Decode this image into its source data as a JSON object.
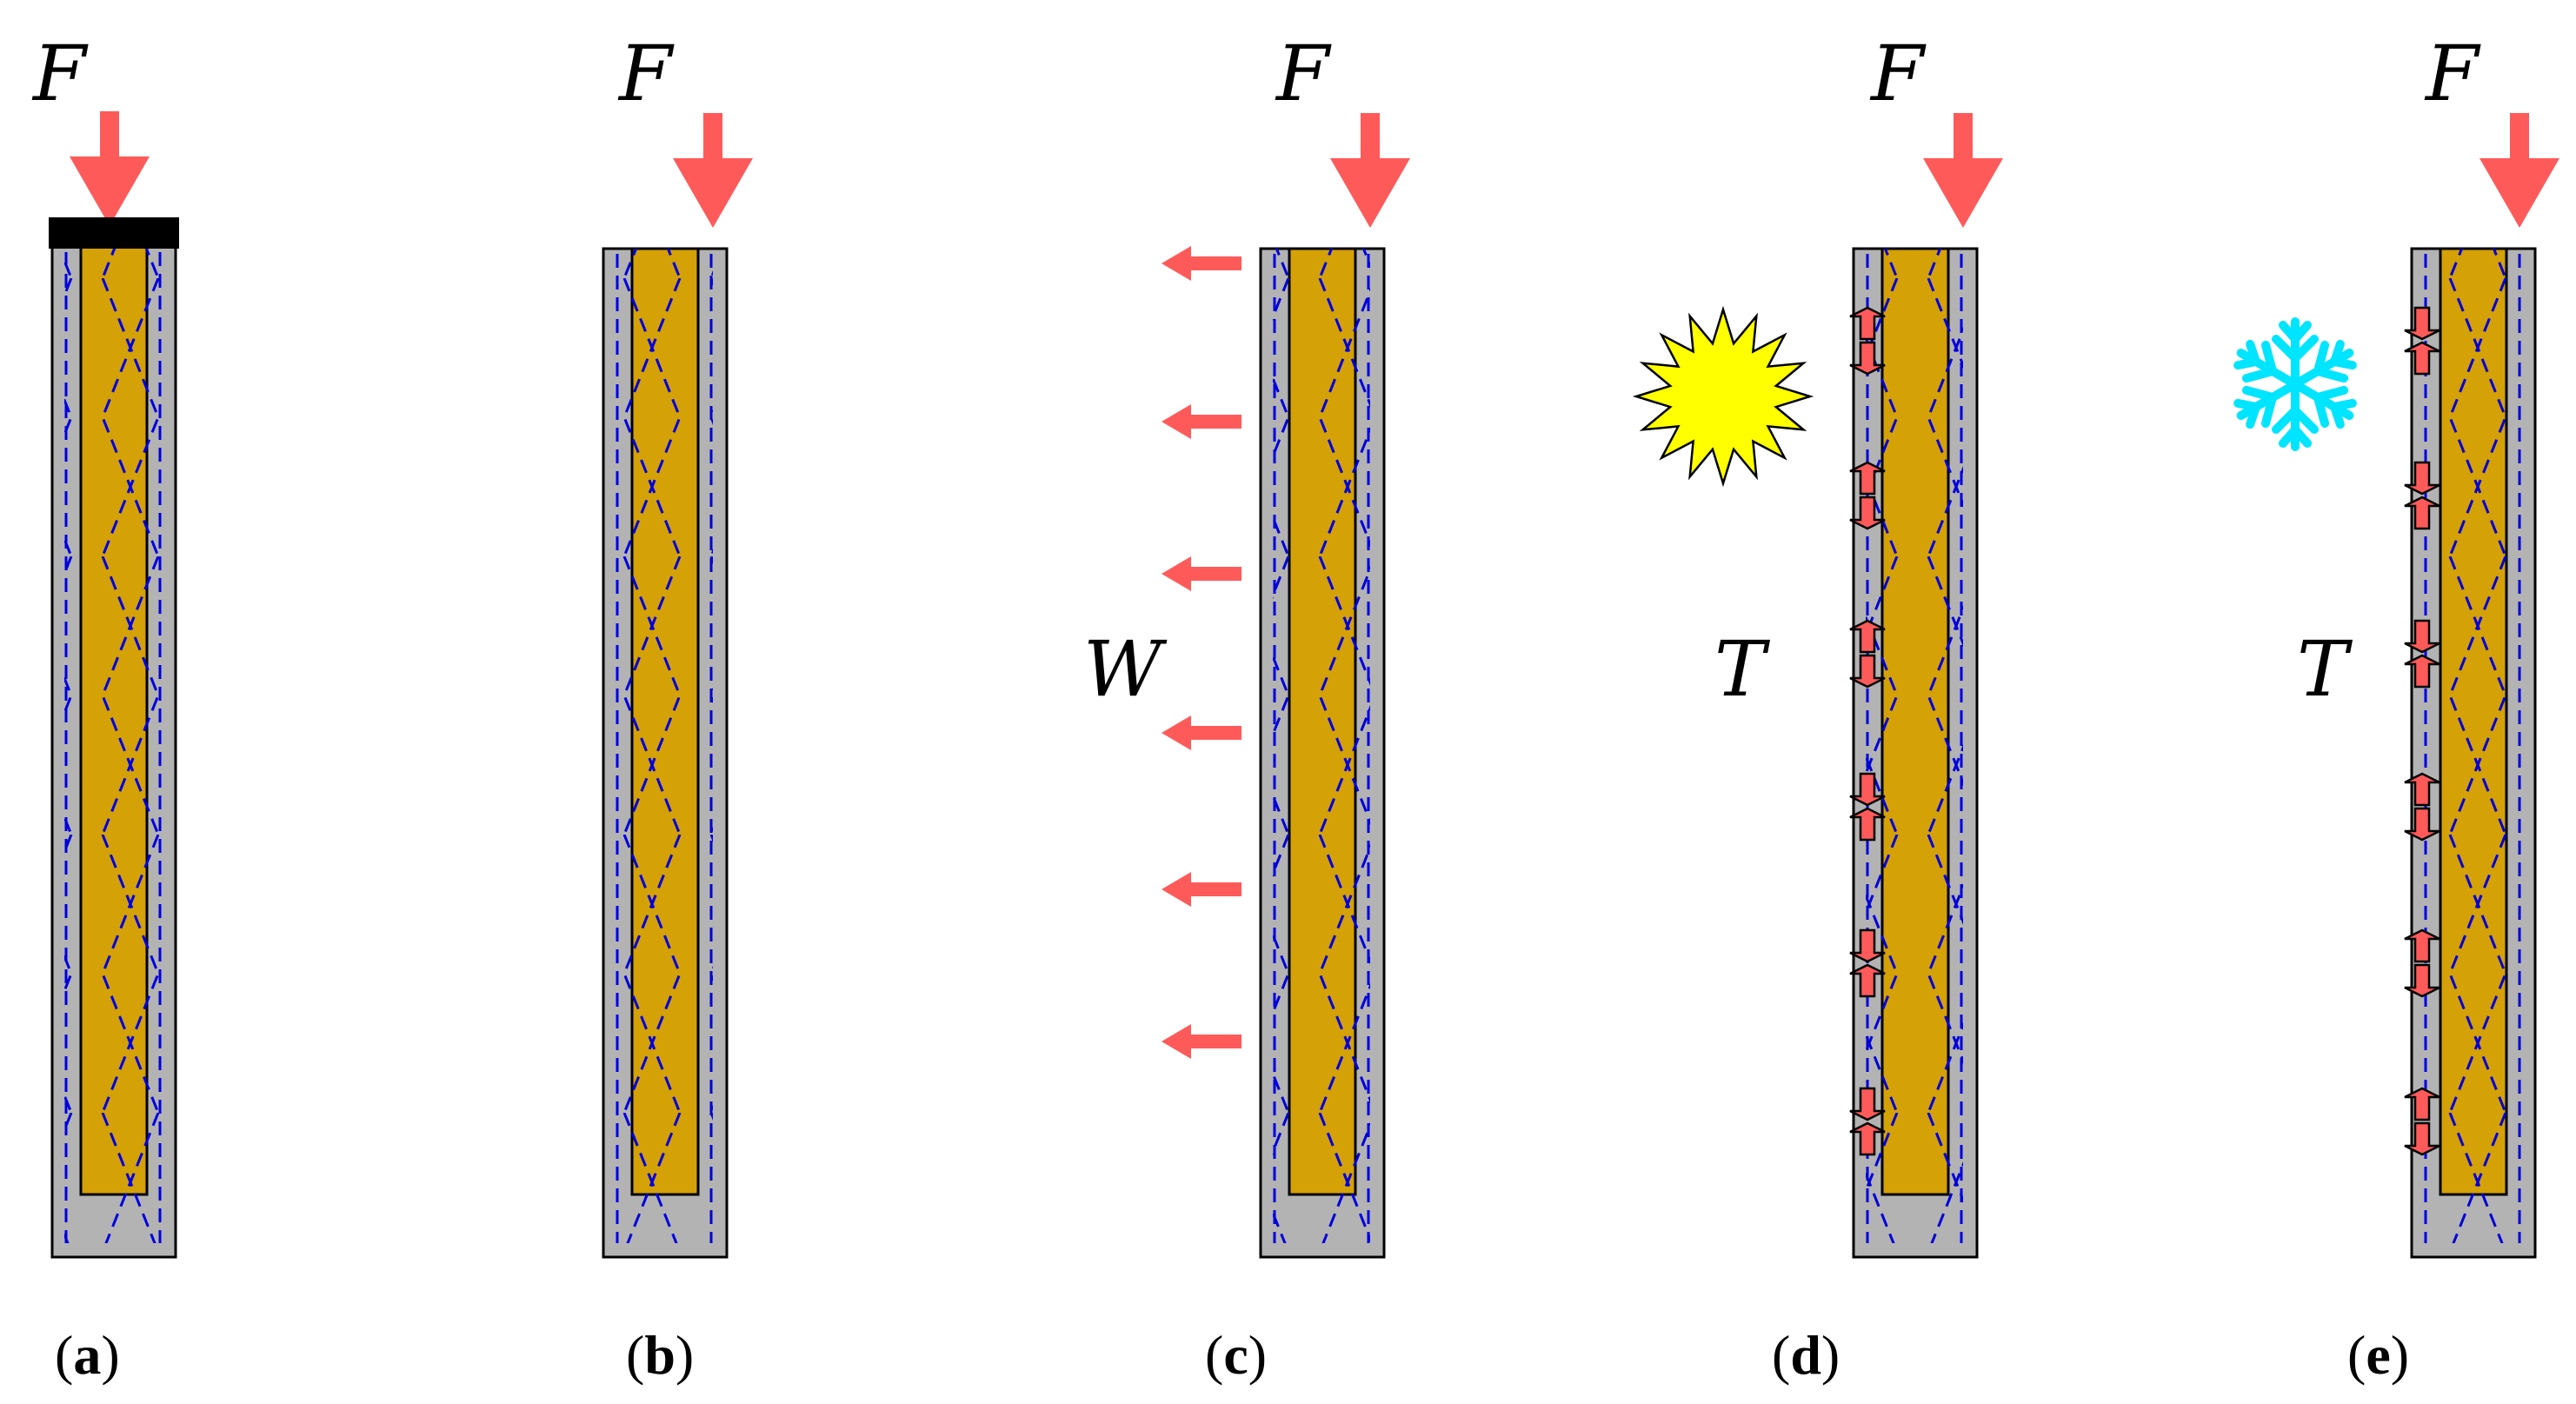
{
  "symbols": {
    "force": "F",
    "wind": "W",
    "temperature": "T"
  },
  "panels": [
    {
      "caption": "(a)",
      "letter": "a",
      "condition": "axial load with cap plate"
    },
    {
      "caption": "(b)",
      "letter": "b",
      "condition": "eccentric axial load"
    },
    {
      "caption": "(c)",
      "letter": "c",
      "condition": "eccentric load with wind"
    },
    {
      "caption": "(d)",
      "letter": "d",
      "condition": "eccentric load with heating"
    },
    {
      "caption": "(e)",
      "letter": "e",
      "condition": "eccentric load with cooling"
    }
  ],
  "icons": {
    "sun": "sun-icon",
    "snowflake": "snowflake-icon"
  },
  "colors": {
    "arrow": "#FF5A5A",
    "concrete": "#B3B3B3",
    "core": "#D4A106",
    "reinforcement": "#0000DD",
    "sun": "#FFFF00",
    "snow": "#00E5FF",
    "cap": "#000000"
  }
}
